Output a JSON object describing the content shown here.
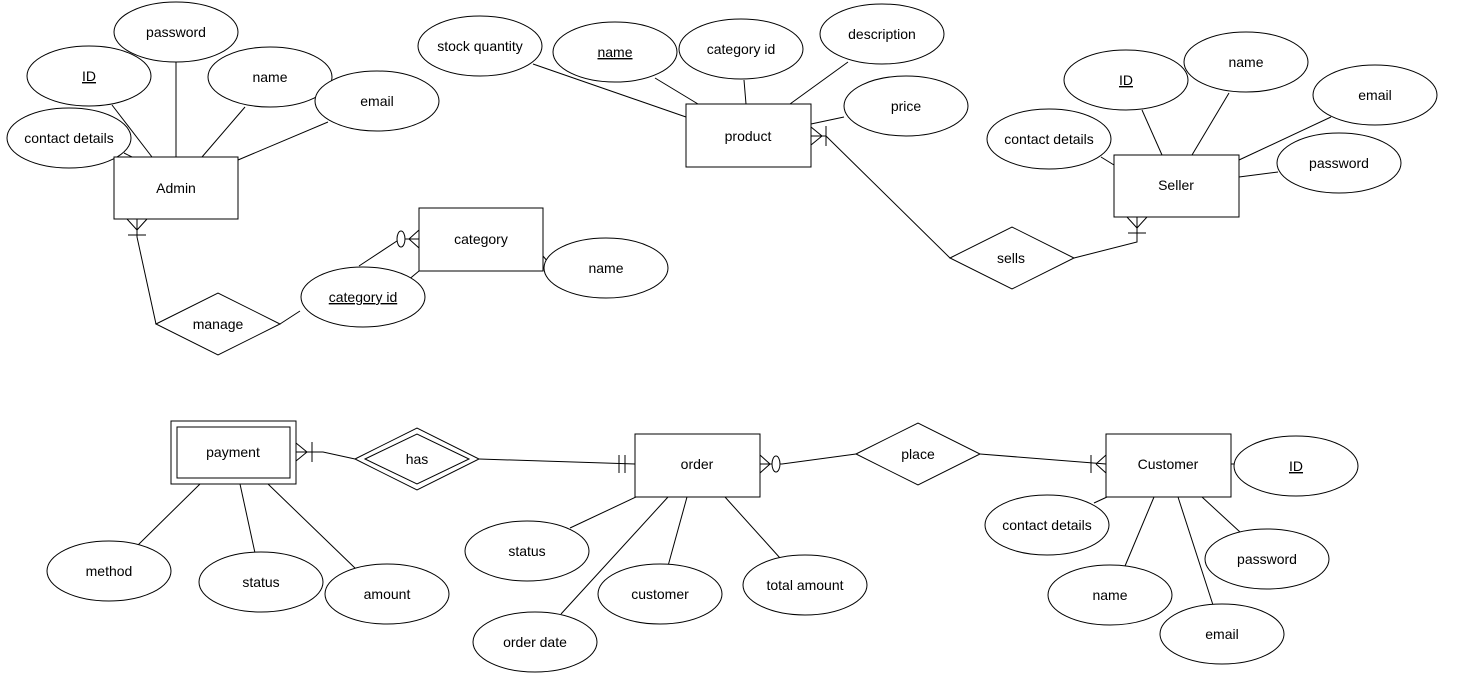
{
  "entities": [
    {
      "id": "admin",
      "label": "Admin"
    },
    {
      "id": "product",
      "label": "product"
    },
    {
      "id": "seller",
      "label": "Seller"
    },
    {
      "id": "category",
      "label": "category"
    },
    {
      "id": "payment",
      "label": "payment",
      "weak": true
    },
    {
      "id": "order",
      "label": "order"
    },
    {
      "id": "customer",
      "label": "Customer"
    }
  ],
  "relationships": [
    {
      "id": "manage",
      "label": "manage"
    },
    {
      "id": "sells",
      "label": "sells"
    },
    {
      "id": "has",
      "label": "has",
      "identifying": true
    },
    {
      "id": "place",
      "label": "place"
    }
  ],
  "attributes": {
    "admin_password": {
      "label": "password"
    },
    "admin_id": {
      "label": "ID",
      "key": true
    },
    "admin_name": {
      "label": "name"
    },
    "admin_email": {
      "label": "email"
    },
    "admin_contact": {
      "label": "contact details"
    },
    "product_stock": {
      "label": "stock quantity"
    },
    "product_name": {
      "label": "name",
      "key": true
    },
    "product_catid": {
      "label": "category id"
    },
    "product_desc": {
      "label": "description"
    },
    "product_price": {
      "label": "price"
    },
    "seller_id": {
      "label": "ID",
      "key": true
    },
    "seller_name": {
      "label": "name"
    },
    "seller_email": {
      "label": "email"
    },
    "seller_contact": {
      "label": "contact details"
    },
    "seller_password": {
      "label": "password"
    },
    "category_name": {
      "label": "name"
    },
    "category_id": {
      "label": "category id",
      "key": true
    },
    "payment_method": {
      "label": "method"
    },
    "payment_status": {
      "label": "status"
    },
    "payment_amount": {
      "label": "amount"
    },
    "order_status": {
      "label": "status"
    },
    "order_customer": {
      "label": "customer"
    },
    "order_total": {
      "label": "total amount"
    },
    "order_date": {
      "label": "order date"
    },
    "customer_id": {
      "label": "ID",
      "key": true
    },
    "customer_contact": {
      "label": "contact details"
    },
    "customer_password": {
      "label": "password"
    },
    "customer_name": {
      "label": "name"
    },
    "customer_email": {
      "label": "email"
    }
  }
}
